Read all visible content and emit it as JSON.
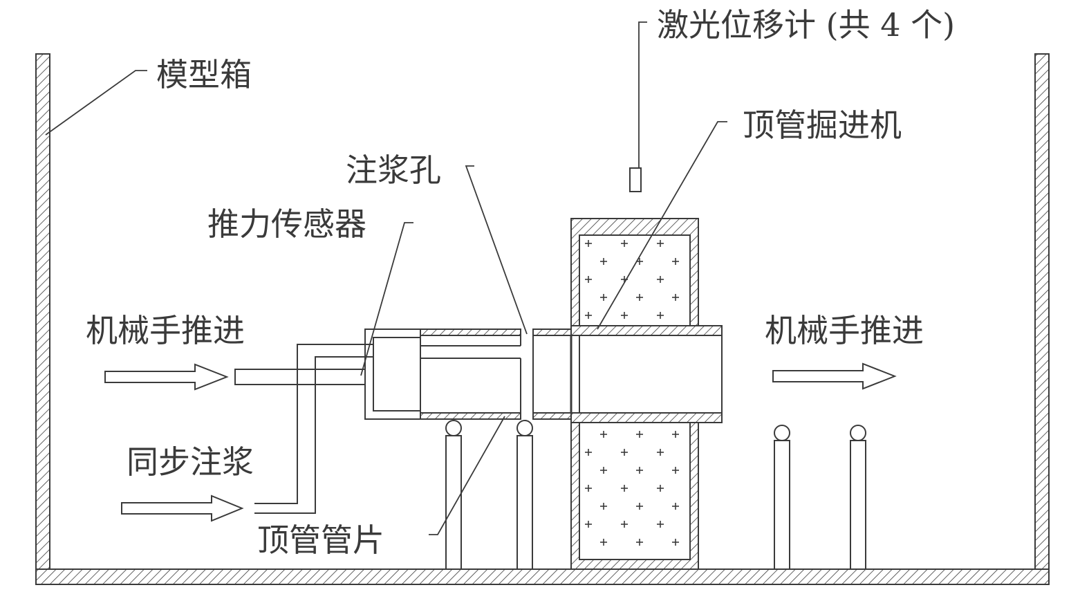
{
  "diagram": {
    "labels": {
      "model_box": "模型箱",
      "laser_displacement_meter": "激光位移计 (共 4 个)",
      "pipe_jacking_machine": "顶管掘进机",
      "grouting_hole": "注浆孔",
      "thrust_sensor": "推力传感器",
      "robot_arm_push_left": "机械手推进",
      "robot_arm_push_right": "机械手推进",
      "synchronous_grouting": "同步注浆",
      "pipe_segment": "顶管管片"
    }
  },
  "colors": {
    "line": "#3a3a3a",
    "background": "#ffffff"
  }
}
